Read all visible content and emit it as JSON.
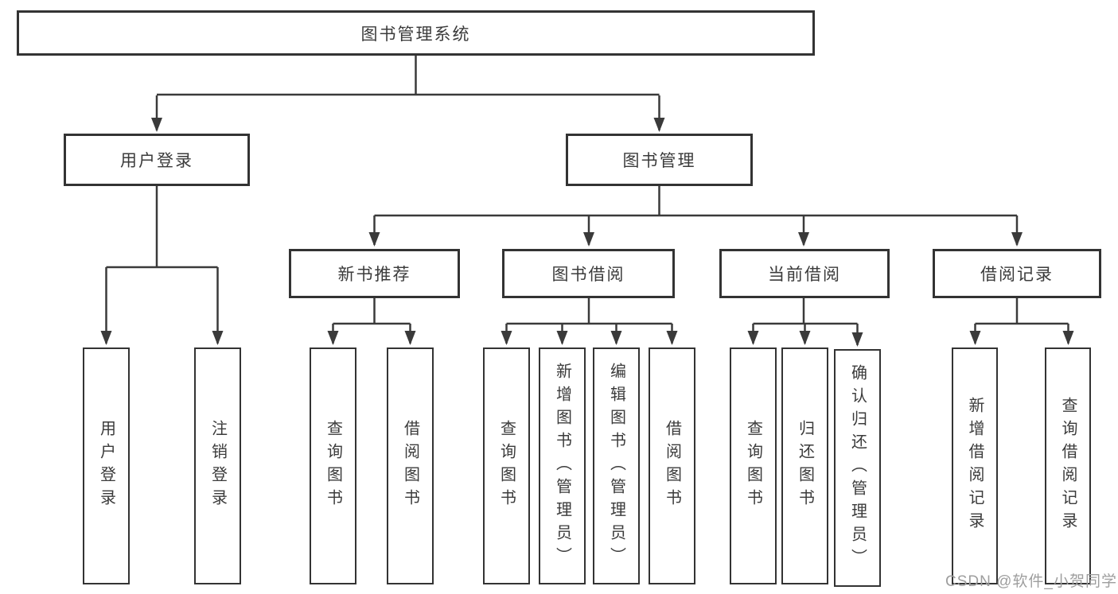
{
  "diagram": {
    "title": "图书管理系统",
    "level2": [
      {
        "label": "用户登录"
      },
      {
        "label": "图书管理"
      }
    ],
    "level3": [
      {
        "label": "新书推荐",
        "parent": "图书管理"
      },
      {
        "label": "图书借阅",
        "parent": "图书管理"
      },
      {
        "label": "当前借阅",
        "parent": "图书管理"
      },
      {
        "label": "借阅记录",
        "parent": "图书管理"
      }
    ],
    "leaves": [
      {
        "label": "用户登录",
        "parent": "用户登录"
      },
      {
        "label": "注销登录",
        "parent": "用户登录"
      },
      {
        "label": "查询图书",
        "parent": "新书推荐"
      },
      {
        "label": "借阅图书",
        "parent": "新书推荐"
      },
      {
        "label": "查询图书",
        "parent": "图书借阅"
      },
      {
        "label": "新增图书（管理员）",
        "parent": "图书借阅"
      },
      {
        "label": "编辑图书（管理员）",
        "parent": "图书借阅"
      },
      {
        "label": "借阅图书",
        "parent": "图书借阅"
      },
      {
        "label": "查询图书",
        "parent": "当前借阅"
      },
      {
        "label": "归还图书",
        "parent": "当前借阅"
      },
      {
        "label": "确认归还（管理员）",
        "parent": "当前借阅"
      },
      {
        "label": "新增借阅记录",
        "parent": "借阅记录"
      },
      {
        "label": "查询借阅记录",
        "parent": "借阅记录"
      }
    ]
  },
  "watermark": {
    "text": "CSDN @软件_小贺同学"
  },
  "colors": {
    "line": "#3a3a3a",
    "box_border": "#333333",
    "box_fill": "#ffffff",
    "text": "#3b3b3b",
    "watermark": "#9e9e9e",
    "background": "#ffffff"
  }
}
